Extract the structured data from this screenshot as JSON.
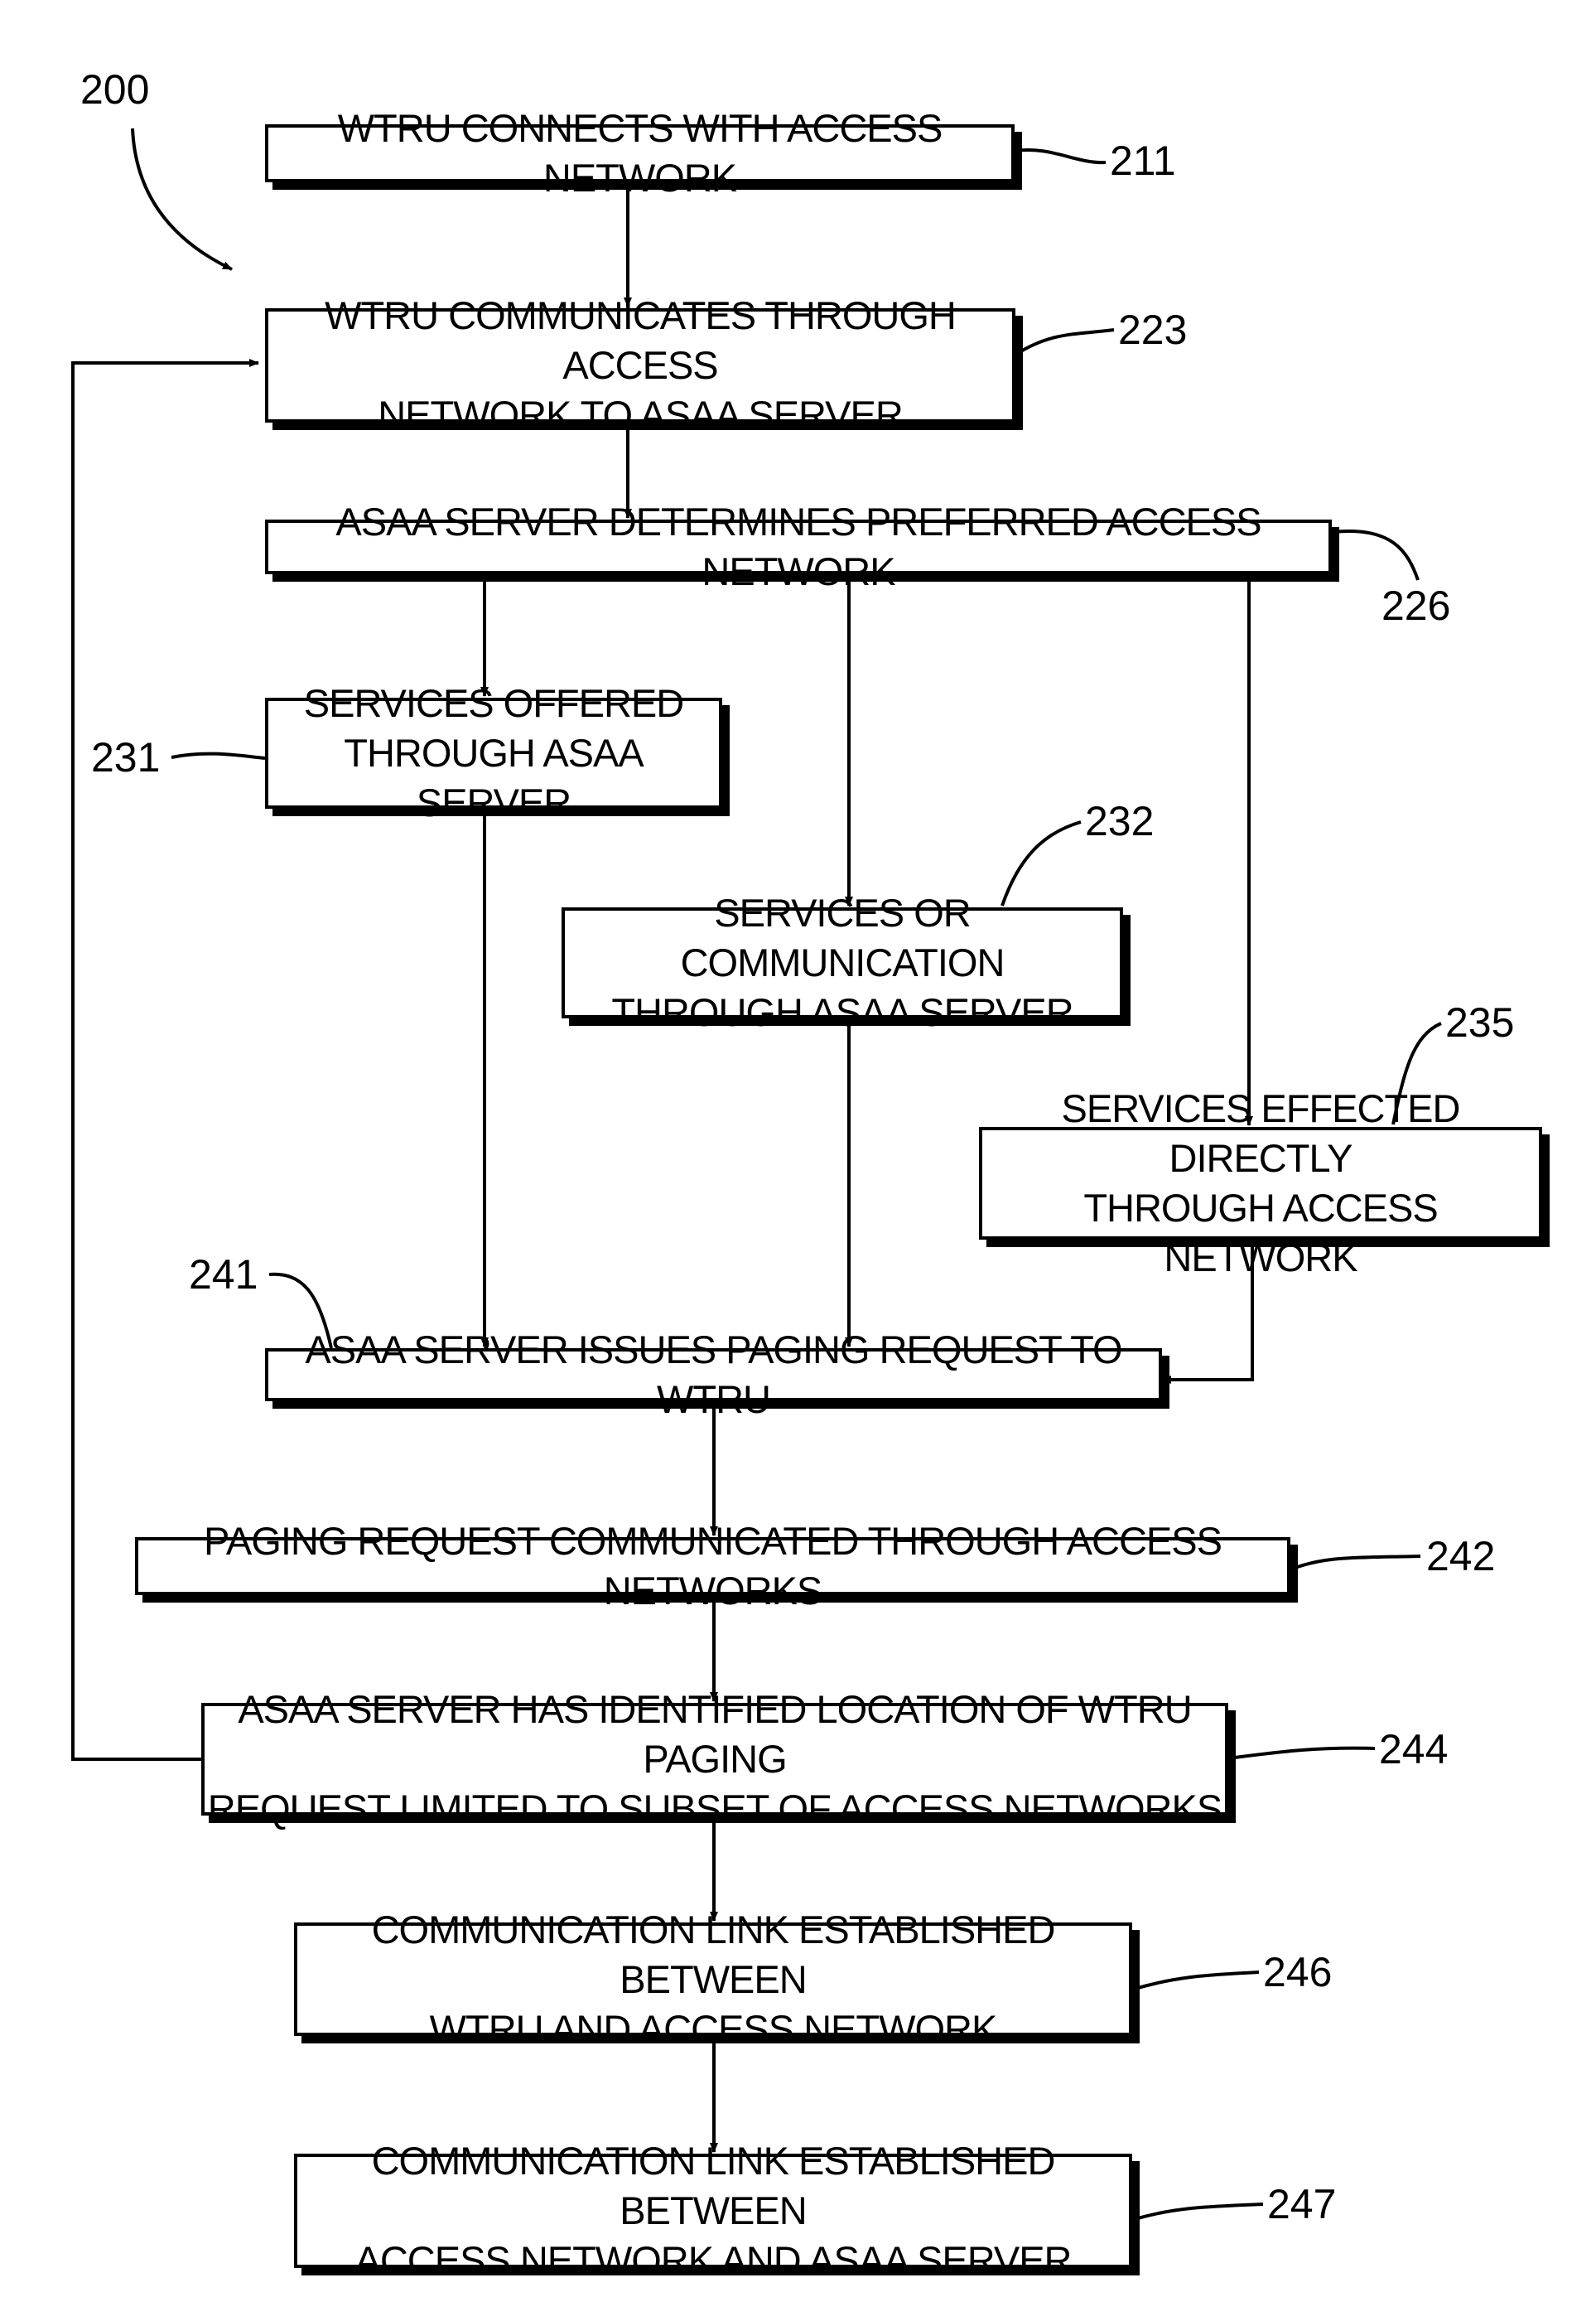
{
  "figure": {
    "label": "200",
    "steps": {
      "s211": {
        "ref": "211",
        "text": "WTRU CONNECTS WITH ACCESS NETWORK"
      },
      "s223": {
        "ref": "223",
        "text": "WTRU COMMUNICATES THROUGH ACCESS\nNETWORK TO ASAA SERVER"
      },
      "s226": {
        "ref": "226",
        "text": "ASAA SERVER DETERMINES PREFERRED ACCESS NETWORK"
      },
      "s231": {
        "ref": "231",
        "text": "SERVICES OFFERED\nTHROUGH ASAA SERVER"
      },
      "s232": {
        "ref": "232",
        "text": "SERVICES OR COMMUNICATION\nTHROUGH ASAA SERVER"
      },
      "s235": {
        "ref": "235",
        "text": "SERVICES EFFECTED DIRECTLY\nTHROUGH ACCESS NETWORK"
      },
      "s241": {
        "ref": "241",
        "text": "ASAA SERVER ISSUES PAGING REQUEST TO WTRU"
      },
      "s242": {
        "ref": "242",
        "text": "PAGING REQUEST COMMUNICATED THROUGH ACCESS NETWORKS"
      },
      "s244": {
        "ref": "244",
        "text": "ASAA SERVER HAS IDENTIFIED LOCATION OF WTRU PAGING\nREQUEST LIMITED TO SUBSET OF ACCESS NETWORKS"
      },
      "s246": {
        "ref": "246",
        "text": "COMMUNICATION LINK ESTABLISHED BETWEEN\nWTRU AND ACCESS NETWORK"
      },
      "s247": {
        "ref": "247",
        "text": "COMMUNICATION LINK ESTABLISHED BETWEEN\nACCESS NETWORK AND ASAA SERVER"
      }
    }
  }
}
